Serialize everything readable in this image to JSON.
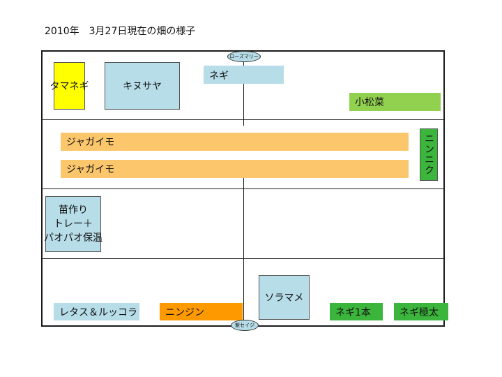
{
  "title": "2010年　3月27日現在の畑の様子",
  "colors": {
    "yellow": "#ffff00",
    "light_blue": "#b7dde8",
    "light_orange": "#fcc76c",
    "lime": "#92d050",
    "green": "#3bb53b",
    "orange": "#ff9900",
    "border": "#1a1a1a"
  },
  "field": {
    "tamanegi": "タマネギ",
    "kinusaya": "キヌサヤ",
    "negi_top": "ネギ",
    "komatsuna": "小松菜",
    "jagaimo_1": "ジャガイモ",
    "jagaimo_2": "ジャガイモ",
    "ninniku": "ニンニク",
    "seedling": [
      "苗作り",
      "トレー＋",
      "パオパオ保温"
    ],
    "soramame": "ソラマメ",
    "lettuce": "レタス＆ルッコラ",
    "ninjin": "ニンジン",
    "negi_one": "ネギ1本",
    "negi_gokubuto": "ネギ極太",
    "rosemary": "ローズマリー",
    "purple_sage": "紫セイジ"
  }
}
